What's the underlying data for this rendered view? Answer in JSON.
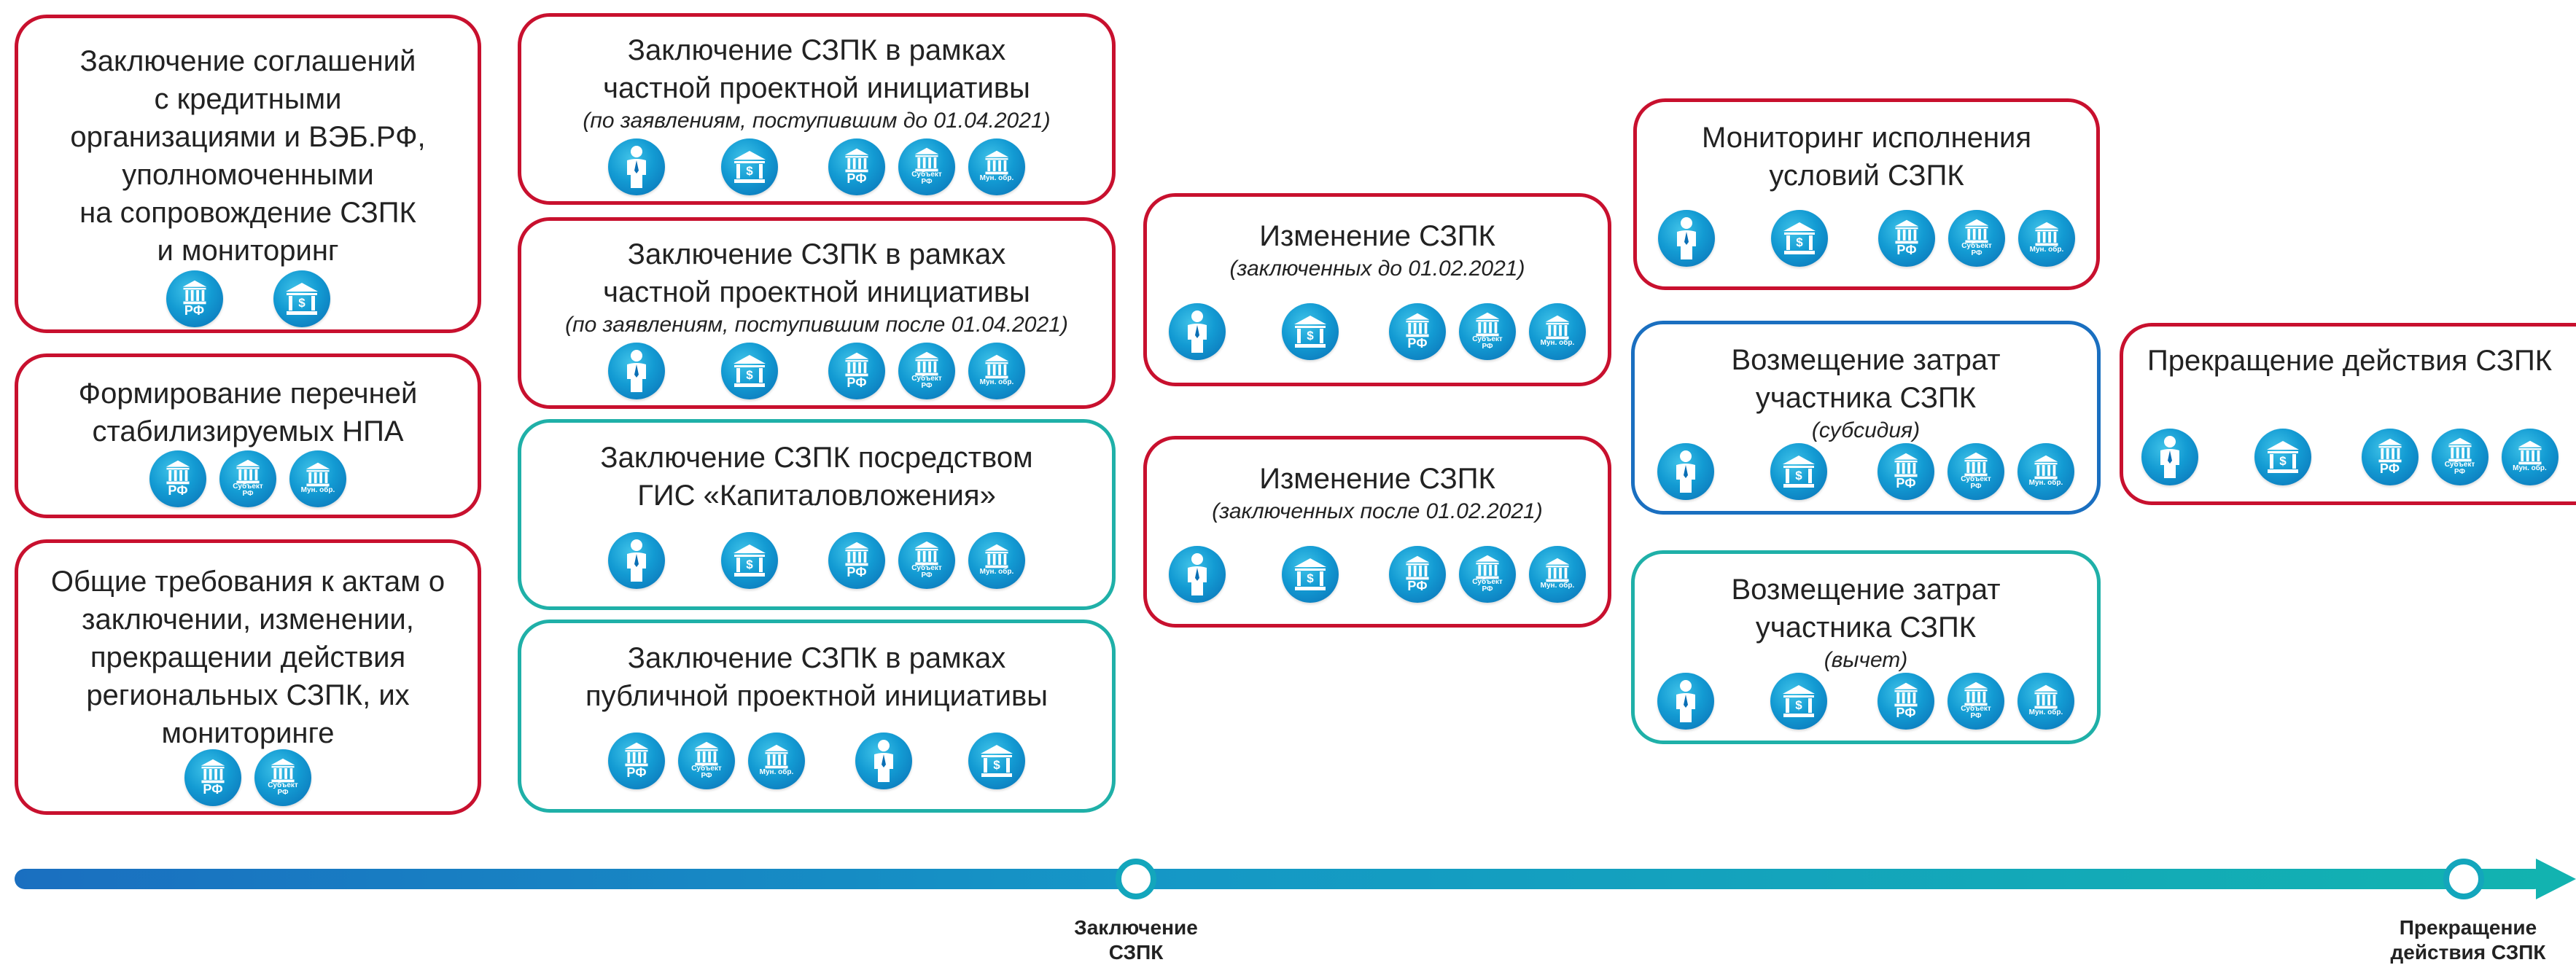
{
  "icons": {
    "rf": "РФ",
    "subject": [
      "Субъект",
      "РФ"
    ],
    "mun": "Мун. обр.",
    "person": "person-icon",
    "bank": "bank-icon",
    "colors": {
      "circle": "#139bd3",
      "red": "#c8102e",
      "teal": "#1fb0a8",
      "blue": "#1a6fc0"
    }
  },
  "cards": [
    {
      "lines": [
        "Заключение соглашений",
        "с кредитными",
        "организациями и ВЭБ.РФ,",
        "уполномоченными",
        "на сопровождение СЗПК",
        "и мониторинг"
      ],
      "sub": "",
      "icons": [
        "rf",
        "bank"
      ]
    },
    {
      "lines": [
        "Формирование перечней",
        "стабилизируемых НПА"
      ],
      "sub": "",
      "icons": [
        "rf",
        "subject",
        "mun"
      ]
    },
    {
      "lines": [
        "Общие требования к актам о",
        "заключении, изменении,",
        "прекращении действия",
        "региональных СЗПК, их",
        "мониторинге"
      ],
      "sub": "",
      "icons": [
        "rf",
        "subject"
      ]
    },
    {
      "lines": [
        "Заключение СЗПК в рамках",
        "частной проектной инициативы"
      ],
      "sub": "(по заявлениям, поступившим до 01.04.2021)",
      "icons": [
        "person",
        "bank",
        "rf",
        "subject",
        "mun"
      ]
    },
    {
      "lines": [
        "Заключение СЗПК в рамках",
        "частной проектной инициативы"
      ],
      "sub": "(по заявлениям, поступившим после 01.04.2021)",
      "icons": [
        "person",
        "bank",
        "rf",
        "subject",
        "mun"
      ]
    },
    {
      "lines": [
        "Заключение СЗПК посредством",
        "ГИС «Капиталовложения»"
      ],
      "sub": "",
      "icons": [
        "person",
        "bank",
        "rf",
        "subject",
        "mun"
      ]
    },
    {
      "lines": [
        "Заключение СЗПК в рамках",
        "публичной проектной инициативы"
      ],
      "sub": "",
      "icons": [
        "rf",
        "subject",
        "mun",
        "person",
        "bank"
      ]
    },
    {
      "lines": [
        "Изменение СЗПК"
      ],
      "sub": "(заключенных до 01.02.2021)",
      "icons": [
        "person",
        "bank",
        "rf",
        "subject",
        "mun"
      ]
    },
    {
      "lines": [
        "Изменение СЗПК"
      ],
      "sub": "(заключенных после 01.02.2021)",
      "icons": [
        "person",
        "bank",
        "rf",
        "subject",
        "mun"
      ]
    },
    {
      "lines": [
        "Мониторинг исполнения",
        "условий СЗПК"
      ],
      "sub": "",
      "icons": [
        "person",
        "bank",
        "rf",
        "subject",
        "mun"
      ]
    },
    {
      "lines": [
        "Возмещение затрат",
        "участника СЗПК"
      ],
      "sub": "(субсидия)",
      "icons": [
        "person",
        "bank",
        "rf",
        "subject",
        "mun"
      ]
    },
    {
      "lines": [
        "Возмещение затрат",
        "участника СЗПК"
      ],
      "sub": "(вычет)",
      "icons": [
        "person",
        "bank",
        "rf",
        "subject",
        "mun"
      ]
    },
    {
      "lines": [
        "Прекращение действия СЗПК"
      ],
      "sub": "",
      "icons": [
        "person",
        "bank",
        "rf",
        "subject",
        "mun"
      ]
    }
  ],
  "timeline": {
    "labels": [
      [
        "Заключение",
        "СЗПК"
      ],
      [
        "Прекращение",
        "действия СЗПК"
      ]
    ]
  }
}
